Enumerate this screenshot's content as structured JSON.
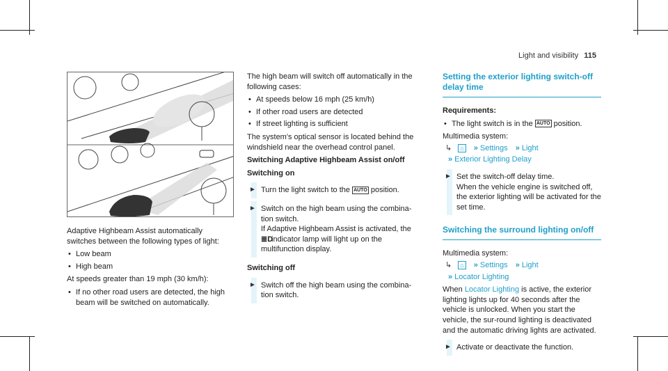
{
  "header": {
    "section": "Light and visibility",
    "page_number": "115"
  },
  "col1": {
    "intro": "Adaptive Highbeam Assist automatically switches between the following types of light:",
    "light_types": [
      "Low beam",
      "High beam"
    ],
    "speed_note": "At speeds greater than 19 mph (30 km/h):",
    "speed_bullets": [
      "If no other road users are detected, the high beam will be switched on automatically."
    ]
  },
  "col2": {
    "off_intro": "The high beam will switch off automatically in the following cases:",
    "off_cases": [
      "At speeds below 16 mph (25 km/h)",
      "If other road users are detected",
      "If street lighting is sufficient"
    ],
    "sensor_note": "The system's optical sensor is located behind the windshield near the overhead control panel.",
    "heading_switching": "Switching Adaptive Highbeam Assist on/off",
    "heading_on": "Switching on",
    "step1_pre": "Turn the light switch to the",
    "step1_indicator": "AUTO",
    "step1_post": "position.",
    "step2_line1": "Switch on the high beam using the combina-tion switch.",
    "step2_line2": "If Adaptive Highbeam Assist is activated, the",
    "step2_indicator": "≣D",
    "step2_line3": "indicator lamp will light up on the multifunction display.",
    "heading_off": "Switching off",
    "step3": "Switch off the high beam using the combina-tion switch."
  },
  "col3": {
    "heading_delay": "Setting the exterior lighting switch-off delay time",
    "requirements_label": "Requirements:",
    "req_pre": "The light switch is in the",
    "req_indicator": "AUTO",
    "req_post": "position.",
    "multimedia_label": "Multimedia system:",
    "nav1": {
      "settings": "Settings",
      "light": "Light",
      "item": "Exterior Lighting Delay"
    },
    "step_delay_1": "Set the switch-off delay time.",
    "step_delay_2": "When the vehicle engine is switched off, the exterior lighting will be activated for the set time.",
    "heading_surround": "Switching the surround lighting on/off",
    "multimedia_label2": "Multimedia system:",
    "nav2": {
      "settings": "Settings",
      "light": "Light",
      "item": "Locator Lighting"
    },
    "when_pre": "When",
    "when_link": "Locator Lighting",
    "when_post": "is active, the exterior lighting lights up for 40 seconds after the vehicle is unlocked. When you start the vehicle, the sur-round lighting is deactivated and the automatic driving lights are activated.",
    "step_surround": "Activate or deactivate the function."
  },
  "icons": {
    "step_arrow": "►",
    "nav_hook": "↳",
    "nav_chevron": "»",
    "home": "⌂"
  },
  "colors": {
    "accent": "#1f9fc9",
    "step_bar": "#e3f4fa"
  }
}
